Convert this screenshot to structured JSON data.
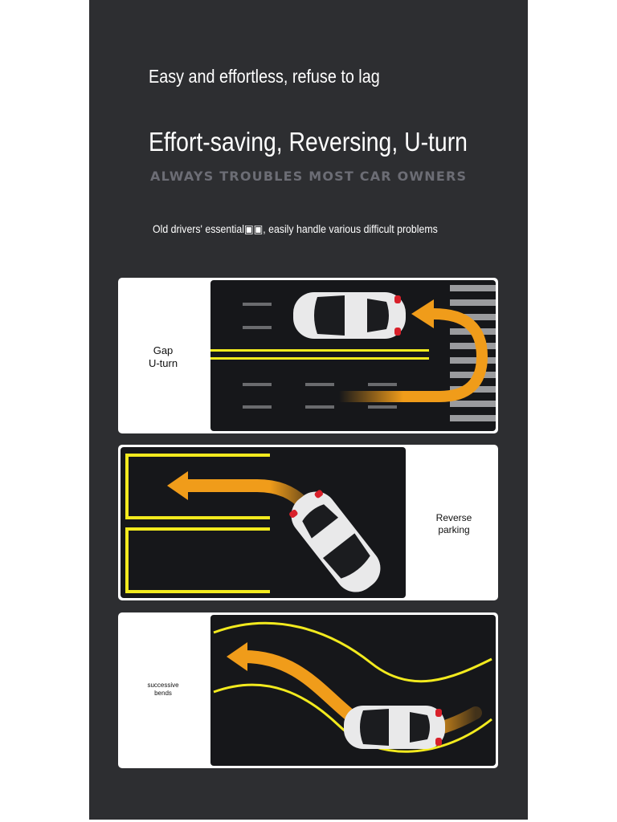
{
  "header": {
    "tagline": "Easy and effortless, refuse to lag",
    "headline": "Effort-saving, Reversing, U-turn",
    "subheadline": "ALWAYS TROUBLES MOST CAR OWNERS",
    "description": "Old drivers' essential▣▣, easily handle various difficult problems"
  },
  "scenarios": [
    {
      "label_line1": "Gap",
      "label_line2": "U-turn"
    },
    {
      "label_line1": "Reverse",
      "label_line2": "parking"
    },
    {
      "label_line1": "successive",
      "label_line2": "bends"
    }
  ],
  "colors": {
    "background": "#2d2e31",
    "road": "#16171a",
    "lane_yellow": "#f2ea1e",
    "arrow_orange": "#f09c1a",
    "card": "#ffffff"
  }
}
